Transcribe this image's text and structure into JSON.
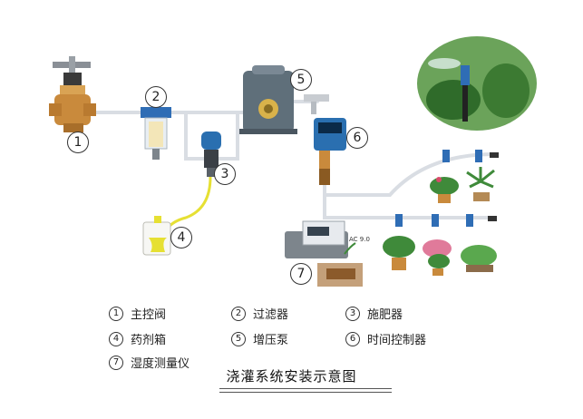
{
  "title": "浇灌系统安装示意图",
  "components": [
    {
      "num": "1",
      "label": "主控阀"
    },
    {
      "num": "2",
      "label": "过滤器"
    },
    {
      "num": "3",
      "label": "施肥器"
    },
    {
      "num": "4",
      "label": "药剂箱"
    },
    {
      "num": "5",
      "label": "增压泵"
    },
    {
      "num": "6",
      "label": "时间控制器"
    },
    {
      "num": "7",
      "label": "湿度测量仪"
    }
  ],
  "device_labels": {
    "sensor_panel": "AC 9.0"
  },
  "colors": {
    "pipe": "#d9dde3",
    "valve_brass": "#c98a3c",
    "filter_blue": "#2f6db5",
    "pump_gray": "#5f6f7a",
    "controller_blue": "#2a6fb0",
    "hose_yellow": "#e6e033",
    "plant_green": "#3f8a3a"
  }
}
